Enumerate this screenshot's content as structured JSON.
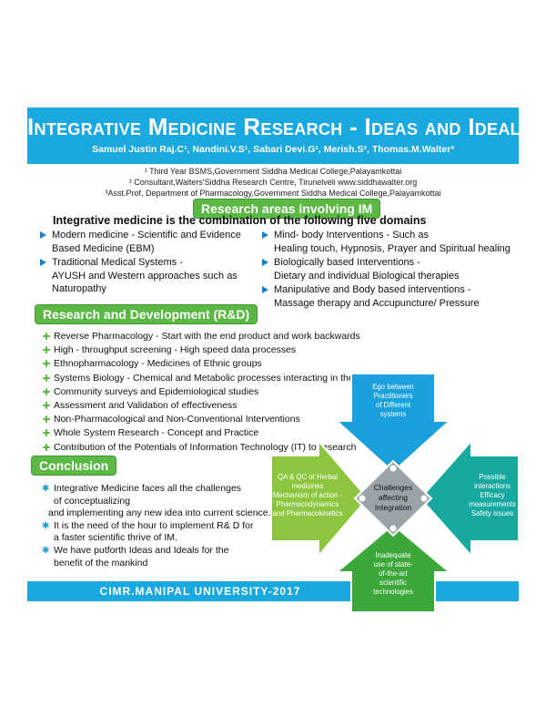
{
  "header": {
    "title_part1": "Integrative Medicine Research - ",
    "title_part2": "Ideas and Ideals",
    "authors": "Samuel Justin Raj.C¹, Nandini.V.S¹, Sabari Devi.G¹, Merish.S², Thomas.M.Walter³",
    "affiliations": [
      "¹ Third Year BSMS,Government Siddha Medical College,Palayamkottai",
      "² Consultant,Walters'Siddha Research Centre, Tirunelveli www.siddhawalter.org",
      "³Asst.Prof, Department of Pharmacology,Government Siddha Medical College,Palayamkottai"
    ]
  },
  "research_areas": {
    "heading": "Research areas involving IM",
    "subheading": "Integrative medicine is the combination of the following five domains",
    "left": [
      {
        "line1": "Modern medicine - Scientific and Evidence",
        "line2": "Based Medicine (EBM)"
      },
      {
        "line1": "Traditional Medical Systems -",
        "line2": "AYUSH and Western approaches such as",
        "line3": "Naturopathy"
      }
    ],
    "right": [
      {
        "line1": "Mind- body Interventions - Such as",
        "line2": "Healing touch, Hypnosis, Prayer and Spiritual healing"
      },
      {
        "line1": "Biologically based Interventions -",
        "line2": "Dietary and individual Biological therapies"
      },
      {
        "line1": "Manipulative and Body based interventions -",
        "line2": "Massage therapy and Accupuncture/ Pressure"
      }
    ]
  },
  "rd": {
    "heading": "Research and Development (R&D)",
    "items": [
      "Reverse Pharmacology - Start with the end product and work backwards",
      "High - throughput screening - High speed data processes",
      "Ethnopharmacology - Medicines of Ethnic groups",
      "Systems Biology - Chemical and Metabolic processes interacting in the body",
      "Community surveys and Epidemiological studies",
      "Assessment and Validation of effectiveness",
      "Non-Pharmacological and Non-Conventional Interventions",
      "Whole System Research - Concept and Practice",
      "Contribution of the Potentials of Information Technology (IT) to research"
    ]
  },
  "conclusion": {
    "heading": "Conclusion",
    "items": [
      {
        "line1": "Integrative Medicine faces all the challenges",
        "line2": "of conceptualizing",
        "line3": "and implementing any new idea into current science.."
      },
      {
        "line1": "It is the need of the hour to implement R& D for",
        "line2": "a faster scientific thrive of IM."
      },
      {
        "line1": "We have putforth Ideas and Ideals for the",
        "line2": "benefit of the mankind"
      }
    ]
  },
  "diagram": {
    "center": [
      "Challenges",
      "affecting",
      "Integration"
    ],
    "top": [
      "Ego between",
      "Practitioners",
      "of Different",
      "systems"
    ],
    "right": [
      "Possible",
      "interactions",
      "Efficacy",
      "measurements",
      "Safety issues"
    ],
    "bottom": [
      "Inadequate",
      "use of state-",
      "of-the-art",
      "scientific",
      "technologies"
    ],
    "left": [
      "QA & QC of Herbal",
      "medicines",
      "Mechanism of action -",
      "Pharmacodynamics",
      "and Pharmacokinetics"
    ],
    "colors": {
      "top": "#1aa0dc",
      "right": "#17a9a0",
      "bottom": "#3ca83a",
      "left": "#8cc63f",
      "center": "#9aa3a8"
    }
  },
  "footer": {
    "text": "CIMR.MANIPAL UNIVERSITY-2017"
  }
}
